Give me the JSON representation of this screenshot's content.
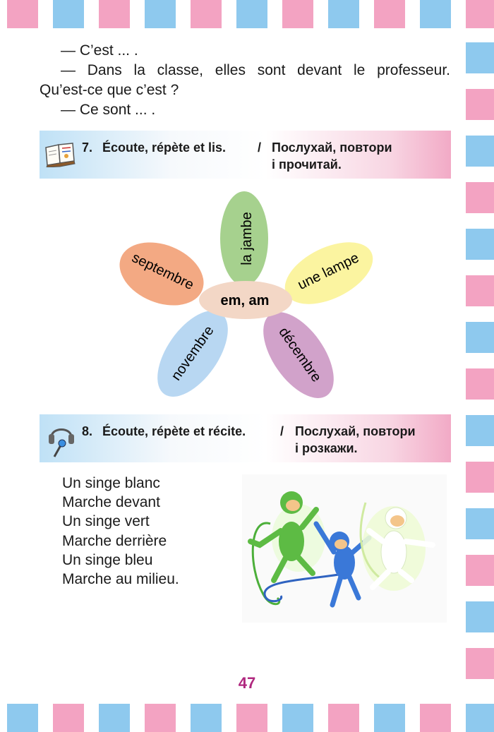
{
  "dialogue": {
    "line1": "— C’est ... .",
    "line2_start": "— Dans la classe, elles sont devant le professeur.",
    "line3": "Qu’est-ce que c’est ?",
    "line4": "— Ce sont ... ."
  },
  "exercise7": {
    "number": "7.",
    "instruction_fr": "Écoute, répète et lis.",
    "separator": "/",
    "instruction_ua_line1": "Послухай, повтори",
    "instruction_ua_line2": "і прочитай.",
    "icon": "book-icon"
  },
  "flower": {
    "center": "em, am",
    "petals": [
      "la jambe",
      "une lampe",
      "décembre",
      "novembre",
      "septembre"
    ],
    "colors": {
      "la_jambe": "#a6d18e",
      "une_lampe": "#fbf4a0",
      "decembre": "#d1a2ca",
      "novembre": "#b8d7f2",
      "septembre": "#f3a983",
      "center": "#f3d7c6"
    }
  },
  "exercise8": {
    "number": "8.",
    "instruction_fr": "Écoute, répète et récite.",
    "separator": "/",
    "instruction_ua_line1": "Послухай, повтори",
    "instruction_ua_line2": "і розкажи.",
    "icon": "headphones-icon"
  },
  "poem": [
    "Un singe blanc",
    "Marche devant",
    "Un singe vert",
    "Marche derrière",
    "Un singe bleu",
    "Marche au milieu."
  ],
  "page_number": "47",
  "border_colors": {
    "blue": "#8ec9ee",
    "pink": "#f3a3c2"
  }
}
